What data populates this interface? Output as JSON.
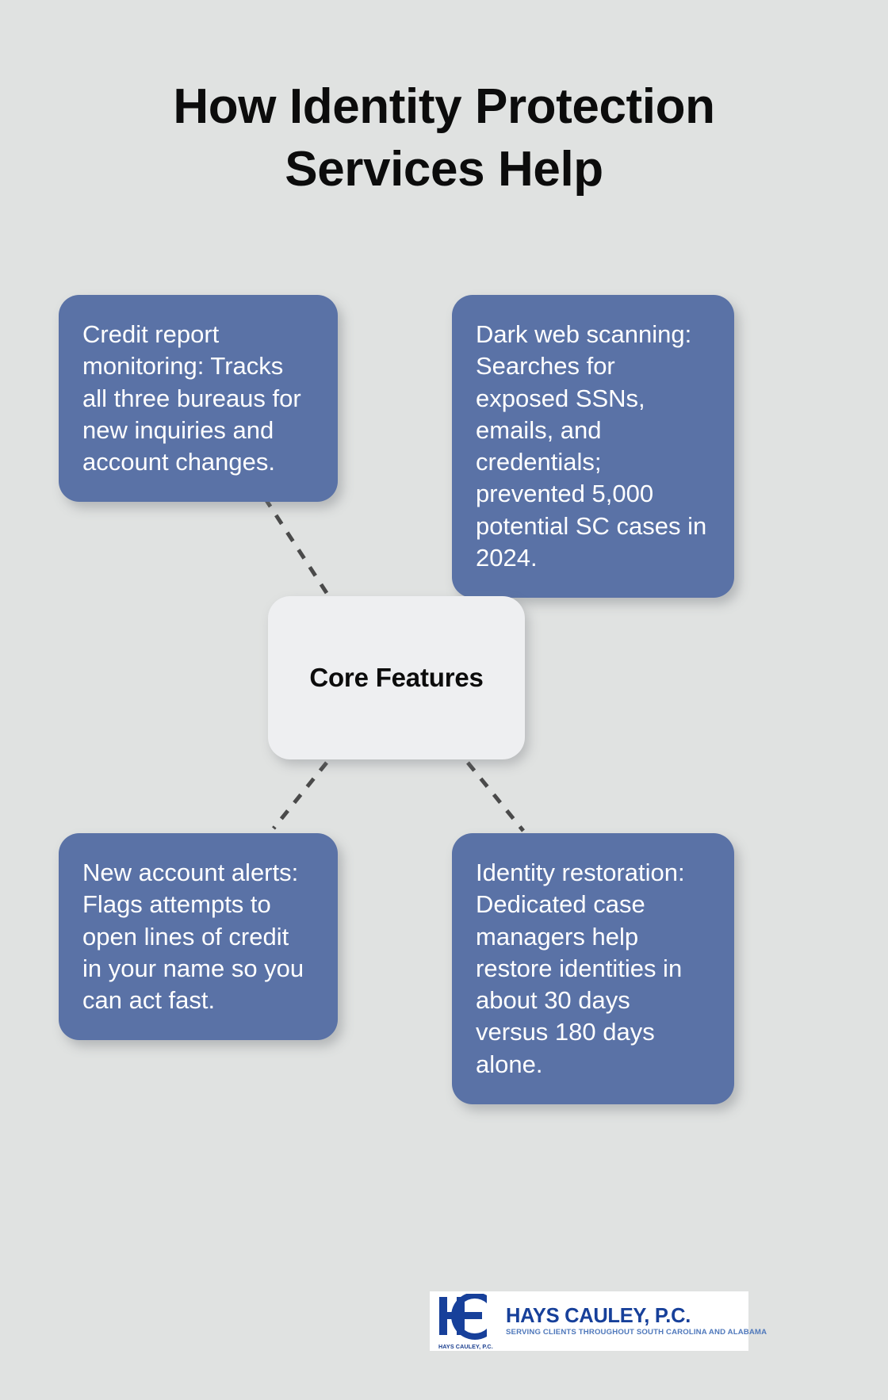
{
  "page": {
    "title": "How Identity Protection Services Help",
    "background_color": "#e0e2e1"
  },
  "hub": {
    "label": "Core Features",
    "background_color": "#eeeff1",
    "text_color": "#0c0c0c"
  },
  "theme": {
    "card_color": "#5a72a6",
    "card_text_color": "#ffffff",
    "connector_color": "#4a4a4a",
    "logo_primary": "#17409a",
    "logo_secondary": "#4f78bb"
  },
  "nodes": [
    {
      "id": "credit-report-monitoring",
      "position": "top-left",
      "text": "Credit report monitoring: Tracks all three bureaus for new inquiries and account changes."
    },
    {
      "id": "dark-web-scanning",
      "position": "top-right",
      "text": "Dark web scanning: Searches for exposed SSNs, emails, and credentials; prevented 5,000 potential SC cases in 2024."
    },
    {
      "id": "new-account-alerts",
      "position": "bottom-left",
      "text": "New account alerts: Flags attempts to open lines of credit in your name so you can act fast."
    },
    {
      "id": "identity-restoration",
      "position": "bottom-right",
      "text": "Identity restoration: Dedicated case managers help restore identities in about 30 days versus 180 days alone."
    }
  ],
  "logo": {
    "monogram": "HC",
    "mark_caption": "HAYS CAULEY, P.C.",
    "name": "HAYS CAULEY, P.C.",
    "tagline": "SERVING CLIENTS THROUGHOUT SOUTH CAROLINA AND ALABAMA"
  }
}
